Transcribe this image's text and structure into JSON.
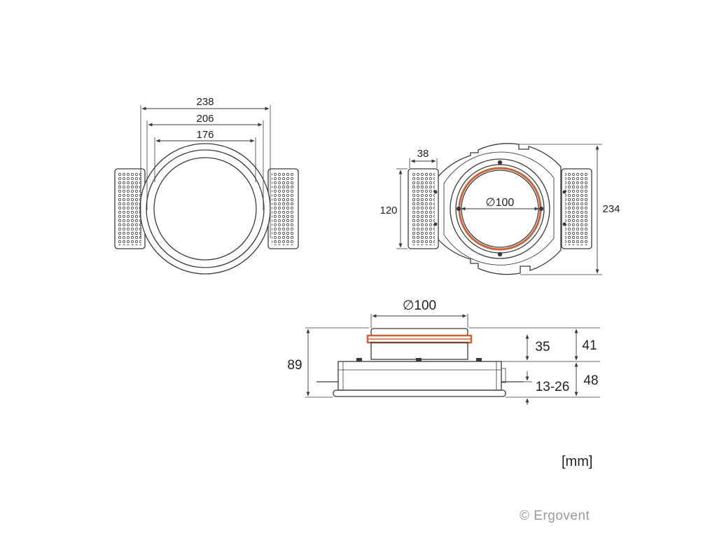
{
  "front_view": {
    "dim_outer": "238",
    "dim_middle": "206",
    "dim_inner": "176"
  },
  "top_view": {
    "dim_grille_width": "38",
    "dim_grille_height": "120",
    "dim_duct": "∅100",
    "dim_total_height": "234"
  },
  "side_view": {
    "dim_duct": "∅100",
    "dim_total": "89",
    "dim_collar": "35",
    "dim_ceiling": "13-26",
    "dim_upper": "41",
    "dim_lower": "48"
  },
  "units": "[mm]",
  "copyright": "© Ergovent",
  "colors": {
    "line": "#3a3a3a",
    "accent_orange": "#c8643c",
    "text": "#222222"
  }
}
